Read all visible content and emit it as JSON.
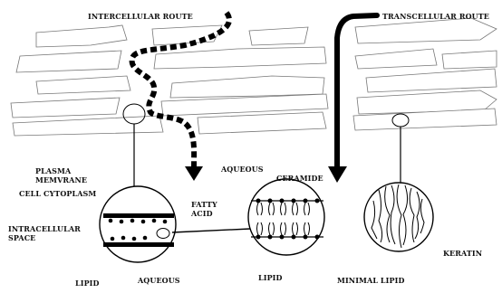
{
  "labels": {
    "intercellular_route": "INTERCELLULAR ROUTE",
    "transcellular_route": "TRANSCELLULAR ROUTE",
    "plasma_membrane": "PLASMA\nMEMVRANE",
    "cell_cytoplasm": "CELL CYTOPLASM",
    "intracellular_space": "INTRACELLULAR\nSPACE",
    "lipid_left": "LIPID",
    "aqueous_bottom": "AQUEOUS",
    "aqueous_top": "AQUEOUS",
    "fatty_acid": "FATTY\nACID",
    "ceramide": "CERAMIDE",
    "lipid_mid": "LIPID",
    "minimal_lipid": "MINIMAL LIPID",
    "keratin": "KERATIN"
  }
}
